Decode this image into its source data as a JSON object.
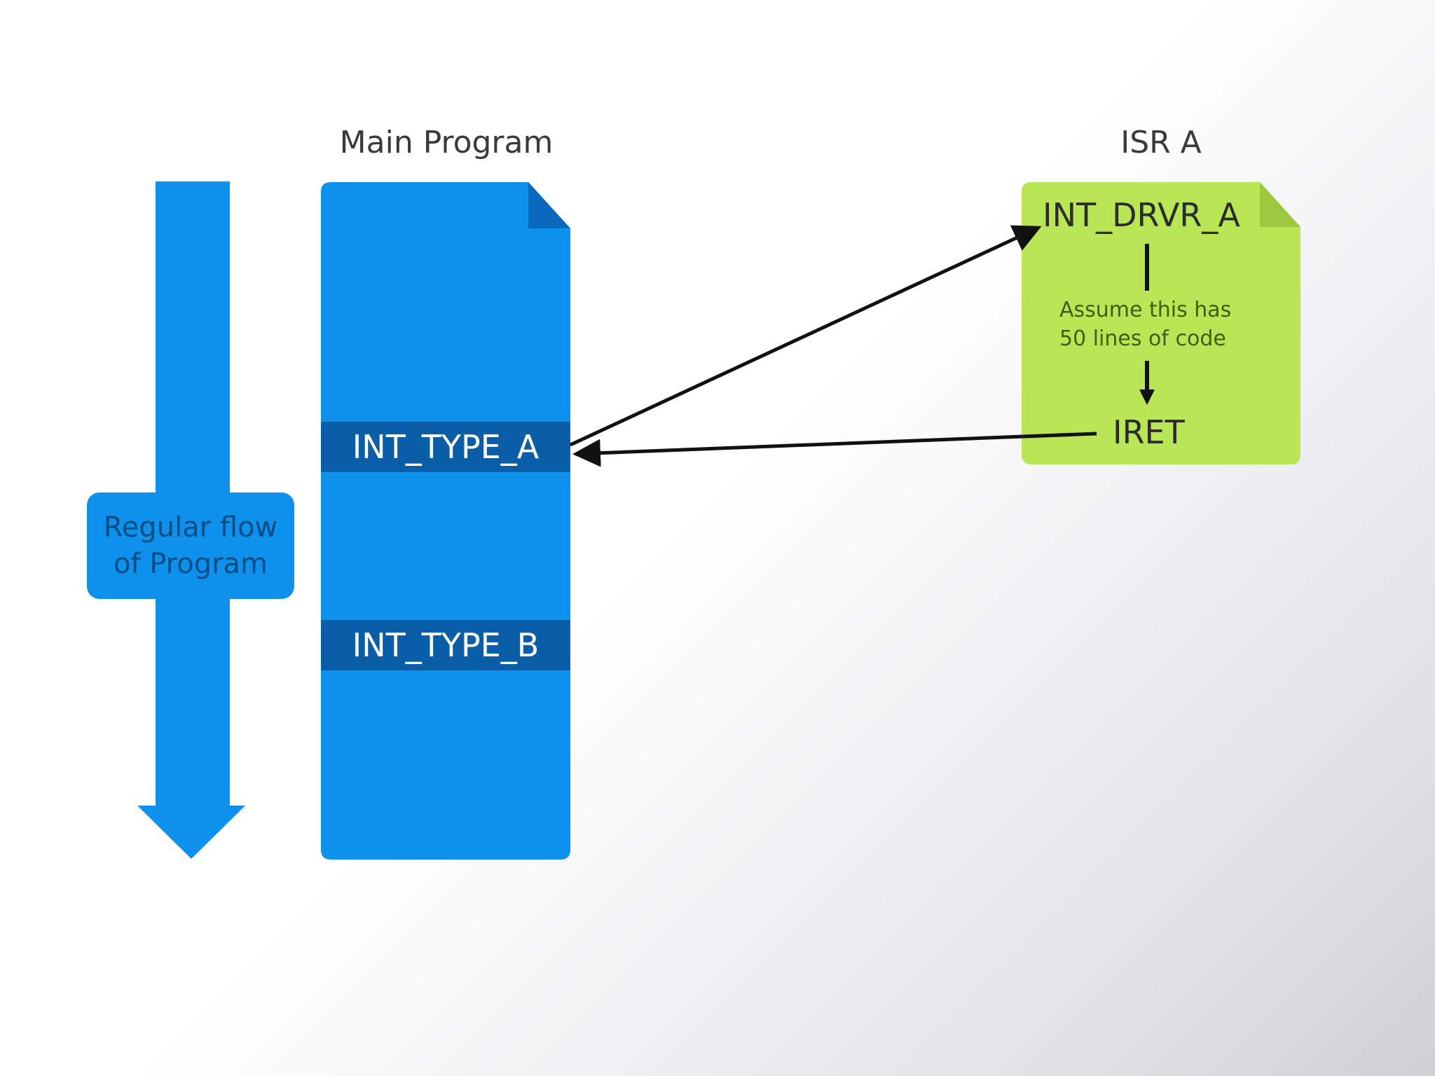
{
  "main_program": {
    "title": "Main Program",
    "int_a": "INT_TYPE_A",
    "int_b": "INT_TYPE_B"
  },
  "flow": {
    "line1": "Regular flow",
    "line2": "of Program"
  },
  "isr": {
    "title": "ISR A",
    "entry": "INT_DRVR_A",
    "note_line1": "Assume this has",
    "note_line2": "50 lines of code",
    "exit": "IRET"
  },
  "colors": {
    "flow_blue": "#0d91ec",
    "band_dark_blue": "#0a5ea8",
    "isr_green": "#b8e655",
    "fold_blue": "#0b69bd",
    "fold_green": "#9cc83e"
  }
}
